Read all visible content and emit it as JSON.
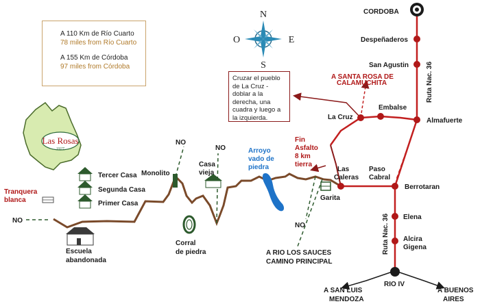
{
  "distances": {
    "rio_cuarto_km": "A 110 Km de Río Cuarto",
    "rio_cuarto_mi": "78 miles from Río Cuarto",
    "cordoba_km": "A 155 Km de Córdoba",
    "cordoba_mi": "97 miles from Córdoba"
  },
  "compass": {
    "north": "N",
    "south": "S",
    "east": "E",
    "west": "O"
  },
  "note": "Cruzar el pueblo de La Cruz - doblar a la derecha, una cuadra y luego a la izquierda.",
  "estate": {
    "name": "Las Rosas",
    "year": "1927"
  },
  "labels": {
    "cordoba": "CORDOBA",
    "despenaderos": "Despeñaderos",
    "san_agustin": "San Agustin",
    "santa_rosa_1": "A SANTA ROSA DE",
    "santa_rosa_2": "CALAMUCHITA",
    "embalse": "Embalse",
    "la_cruz": "La Cruz",
    "almafuerte": "Almafuerte",
    "ruta_36_north": "Ruta Nac. 36",
    "ruta_36_south": "Ruta Nac. 36",
    "fin_asfalto_1": "Fin",
    "fin_asfalto_2": "Asfalto",
    "fin_asfalto_3": "8 km",
    "fin_asfalto_4": "tierra",
    "arroyo_1": "Arroyo",
    "arroyo_2": "vado de",
    "arroyo_3": "piedra",
    "las_caleras_1": "Las",
    "las_caleras_2": "Caleras",
    "paso_cabral_1": "Paso",
    "paso_cabral_2": "Cabral",
    "berrotaran": "Berrotaran",
    "elena": "Elena",
    "alcira_1": "Alcira",
    "alcira_2": "Gigena",
    "rio_iv": "RIO IV",
    "san_luis_1": "A SAN LUIS",
    "san_luis_2": "MENDOZA",
    "buenos_aires_1": "A BUENOS",
    "buenos_aires_2": "AIRES",
    "garita": "Garita",
    "rio_sauces_1": "A RIO LOS SAUCES",
    "rio_sauces_2": "CAMINO PRINCIPAL",
    "tranquera_1": "Tranquera",
    "tranquera_2": "blanca",
    "no_left": "NO",
    "no_1": "NO",
    "no_2": "NO",
    "no_3": "NO",
    "tercer_casa": "Tercer Casa",
    "segunda_casa": "Segunda Casa",
    "primer_casa": "Primer Casa",
    "monolito": "Monolito",
    "casa_vieja_1": "Casa",
    "casa_vieja_2": "vieja",
    "corral_1": "Corral",
    "corral_2": "de piedra",
    "escuela_1": "Escuela",
    "escuela_2": "abandonada"
  },
  "colors": {
    "road_main": "#8b1a1a",
    "road_dirt": "#7a4a2a",
    "highway": "#c21f1f",
    "town_dot": "#b01818",
    "river": "#1e73c8",
    "estate_fill": "#d8ebb0",
    "trail": "#2d5a2d"
  }
}
